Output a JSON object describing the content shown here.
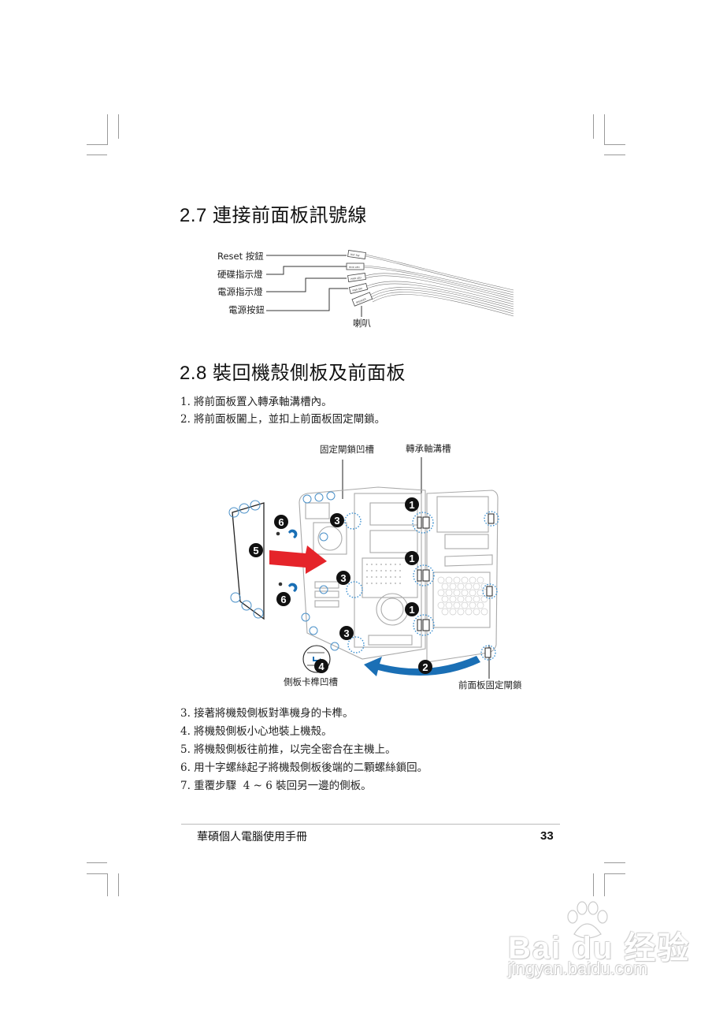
{
  "section_2_7": {
    "title": "2.7 連接前面板訊號線",
    "labels": [
      "Reset 按鈕",
      "硬碟指示燈",
      "電源指示燈",
      "電源按鈕"
    ],
    "speaker_label": "喇叭",
    "connector_tags": [
      "RST SW",
      "HDD LED",
      "PWR LED",
      "PWR SW",
      "SPEAKER"
    ]
  },
  "section_2_8": {
    "title": "2.8 裝回機殼側板及前面板",
    "steps_before": [
      "1. 將前面板置入轉承軸溝槽內。",
      "2. 將前面板闔上，並扣上前面板固定閘鎖。"
    ],
    "diagram": {
      "callouts": {
        "top_left": "固定閘鎖凹槽",
        "top_right": "轉承軸溝槽",
        "bottom_left": "側板卡榫凹槽",
        "bottom_right": "前面板固定閘鎖"
      },
      "markers": [
        "1",
        "1",
        "1",
        "2",
        "3",
        "3",
        "3",
        "4",
        "5",
        "6",
        "6"
      ],
      "colors": {
        "arrow_red": "#e5242a",
        "arrow_blue": "#1a6fb5",
        "dotted_circle": "#3a8fd0"
      }
    },
    "steps_after": [
      "3. 接著將機殼側板對準機身的卡榫。",
      "4. 將機殼側板小心地裝上機殼。",
      "5. 將機殼側板往前推，以完全密合在主機上。",
      "6. 用十字螺絲起子將機殼側板後端的二顆螺絲鎖回。",
      "7. 重覆步驟  4 ~ 6 裝回另一邊的側板。"
    ]
  },
  "footer": {
    "title": "華碩個人電腦使用手冊",
    "page_number": "33"
  },
  "watermark": {
    "brand": "Bai du 经验",
    "url": "jingyan.baidu.com"
  }
}
